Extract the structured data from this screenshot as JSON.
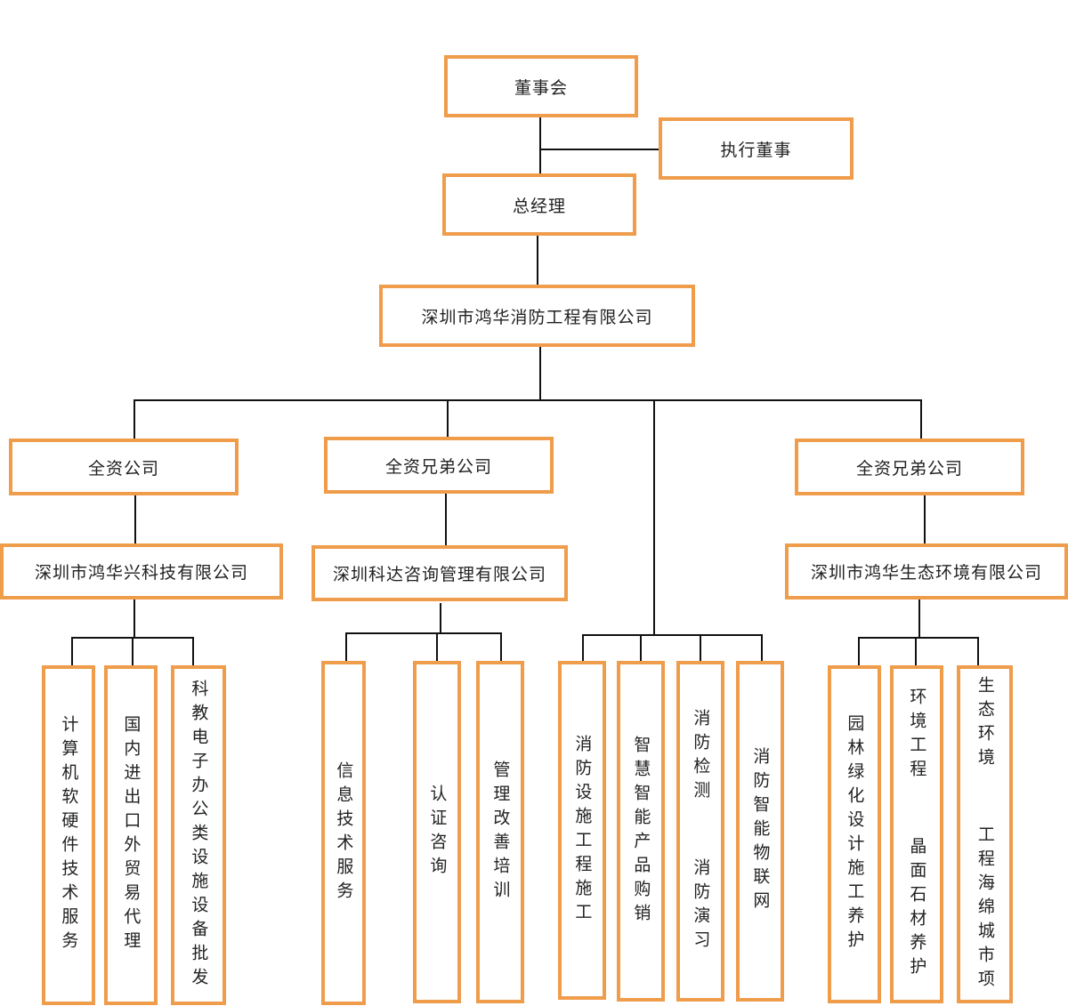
{
  "top": {
    "board": "董事会",
    "executive_director": "执行董事",
    "general_manager": "总经理",
    "company": "深圳市鸿华消防工程有限公司"
  },
  "branches": [
    {
      "type": "全资公司",
      "company": "深圳市鸿华兴科技有限公司",
      "businesses": [
        "计算机软硬件技术服务",
        "国内进出口外贸易代理",
        "科教电子办公类设施设备批发"
      ]
    },
    {
      "type": "全资兄弟公司",
      "company": "深圳科达咨询管理有限公司",
      "businesses": [
        "信息技术服务",
        "认证咨询",
        "管理改善培训"
      ]
    },
    {
      "type": "",
      "company": "",
      "businesses": [
        "消防设施工程施工",
        "智慧智能产品购销",
        "消防检测  消防演习",
        "消防智能物联网"
      ]
    },
    {
      "type": "全资兄弟公司",
      "company": "深圳市鸿华生态环境有限公司",
      "businesses": [
        "园林绿化设计施工养护",
        "环境工程  晶面石材养护",
        "生态环境  工程海绵城市项"
      ]
    }
  ]
}
